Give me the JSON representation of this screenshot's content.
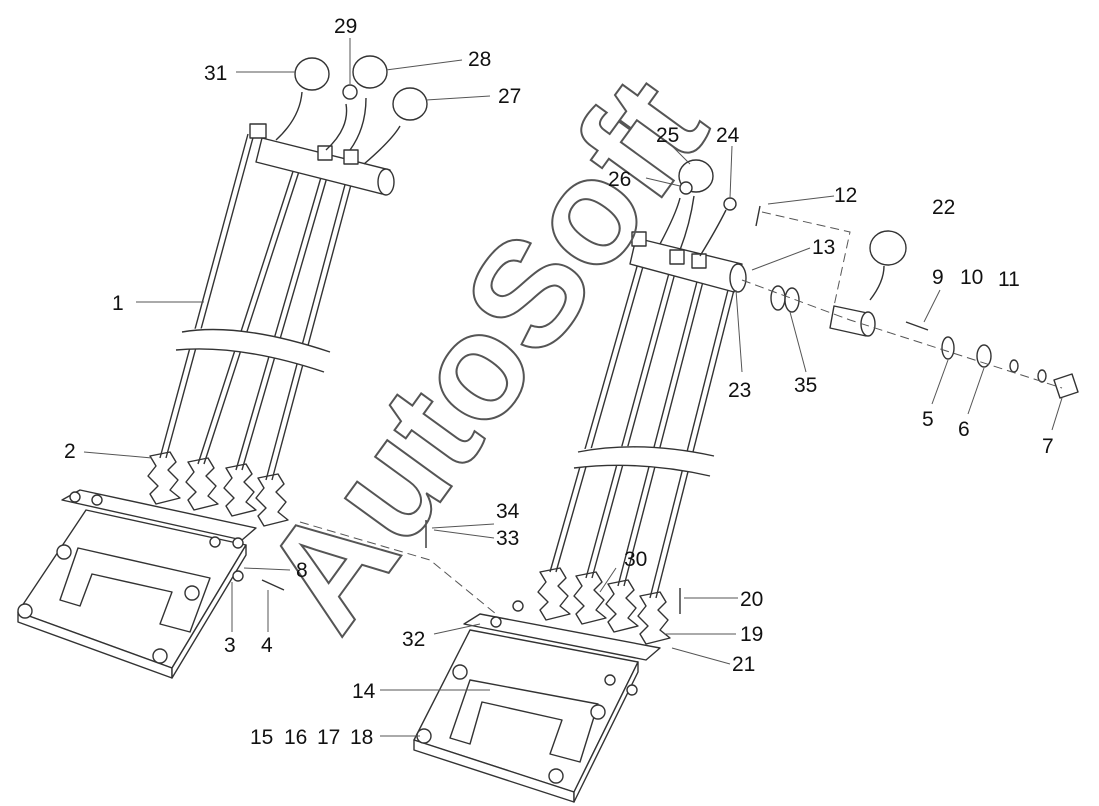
{
  "watermark": "AutoSoft",
  "callouts": {
    "c1": "1",
    "c2": "2",
    "c3": "3",
    "c4": "4",
    "c5": "5",
    "c6": "6",
    "c7": "7",
    "c8": "8",
    "c9": "9",
    "c10": "10",
    "c11": "11",
    "c12": "12",
    "c13": "13",
    "c14": "14",
    "c15": "15",
    "c16": "16",
    "c17": "17",
    "c18": "18",
    "c19": "19",
    "c20": "20",
    "c21": "21",
    "c22": "22",
    "c23": "23",
    "c24": "24",
    "c25": "25",
    "c26": "26",
    "c27": "27",
    "c28": "28",
    "c29": "29",
    "c30": "30",
    "c31": "31",
    "c32": "32",
    "c33": "33",
    "c34": "34",
    "c35": "35"
  }
}
